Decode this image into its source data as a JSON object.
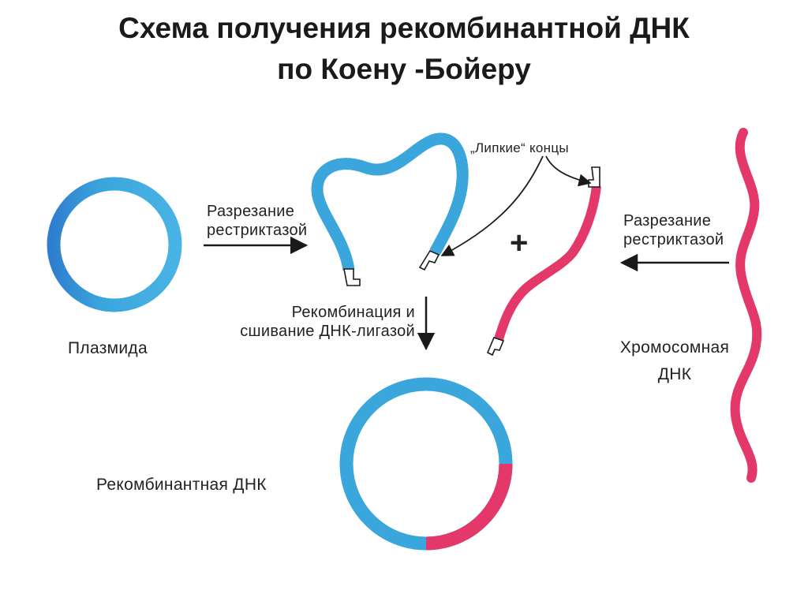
{
  "title": {
    "line1": "Схема получения рекомбинантной ДНК",
    "line2": "по Коену -Бойеру"
  },
  "labels": {
    "cut_left_line1": "Разрезание",
    "cut_left_line2": "рестриктазой",
    "sticky_ends": "„Липкие“ концы",
    "plus": "+",
    "cut_right_line1": "Разрезание",
    "cut_right_line2": "рестриктазой",
    "plasmid": "Плазмида",
    "recombination_line1": "Рекомбинация и",
    "recombination_line2": "сшивание ДНК-лигазой",
    "chromosomal_line1": "Хромосомная",
    "chromosomal_line2": "ДНК",
    "recombinant_dna": "Рекомбинантная ДНК"
  },
  "colors": {
    "plasmid_blue": "#3aa6dc",
    "chromosomal_pink": "#e33869",
    "ink": "#1a1a1a"
  }
}
